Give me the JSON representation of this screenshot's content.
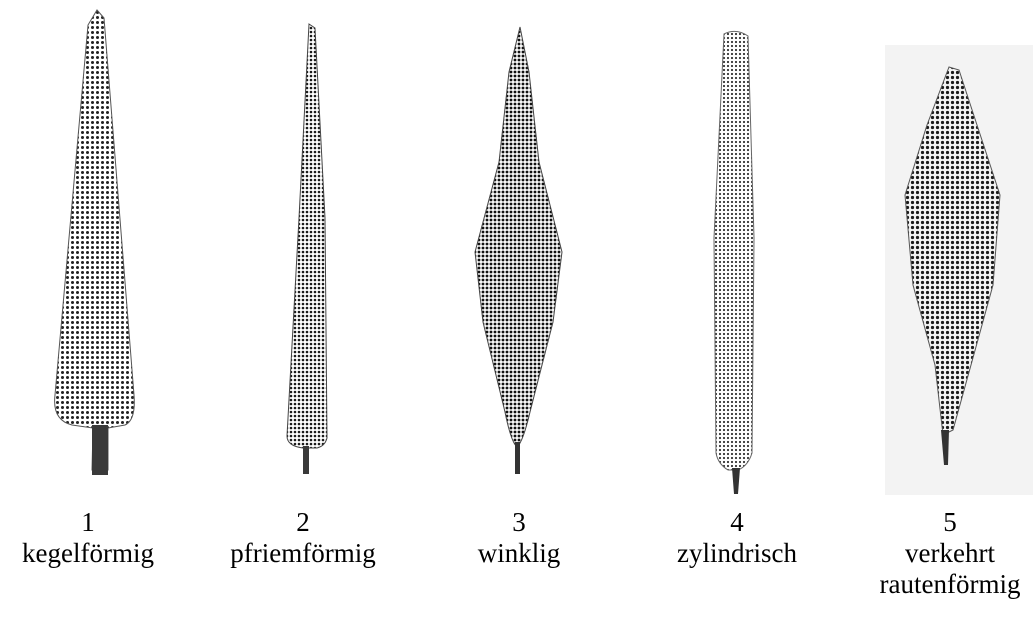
{
  "figure": {
    "items": [
      {
        "number": "1",
        "name": "kegelförmig",
        "name_line2": ""
      },
      {
        "number": "2",
        "name": "pfriemförmig",
        "name_line2": ""
      },
      {
        "number": "3",
        "name": "winklig",
        "name_line2": ""
      },
      {
        "number": "4",
        "name": "zylindrisch",
        "name_line2": ""
      },
      {
        "number": "5",
        "name": "verkehrt",
        "name_line2": "rautenförmig"
      }
    ],
    "colors": {
      "ink": "#2a2a2a",
      "dot": "#111111",
      "background": "#ffffff",
      "panel5_background": "#f3f3f3"
    }
  }
}
